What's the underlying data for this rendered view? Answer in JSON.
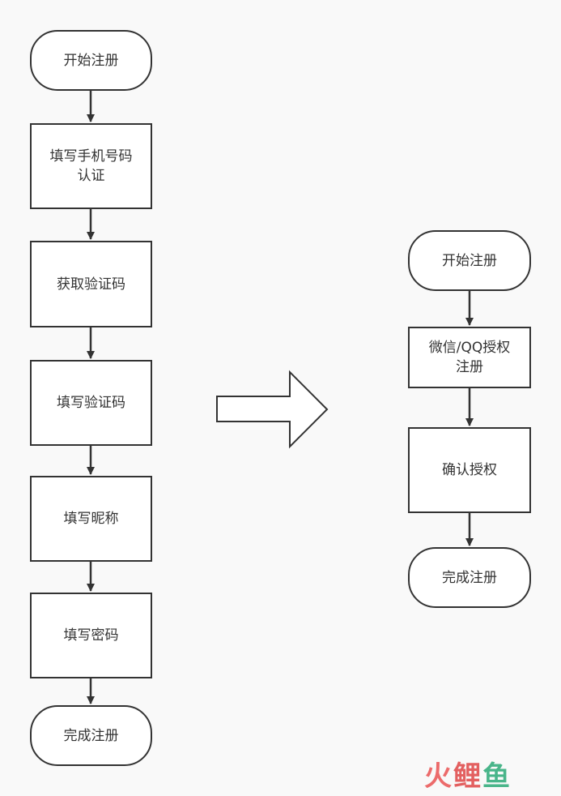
{
  "left_flow": {
    "start": "开始注册",
    "step1": "填写手机号码\n认证",
    "step2": "获取验证码",
    "step3": "填写验证码",
    "step4": "填写昵称",
    "step5": "填写密码",
    "end": "完成注册"
  },
  "right_flow": {
    "start": "开始注册",
    "step1": "微信/QQ授权\n注册",
    "step2": "确认授权",
    "end": "完成注册"
  },
  "watermark": {
    "part1": "火",
    "part2": "鲤",
    "part3": "鱼"
  },
  "colors": {
    "stroke": "#333333",
    "background": "#f9f9f9",
    "node_fill": "#ffffff",
    "watermark_red": "#ec6b6b",
    "watermark_green": "#49b58a"
  }
}
